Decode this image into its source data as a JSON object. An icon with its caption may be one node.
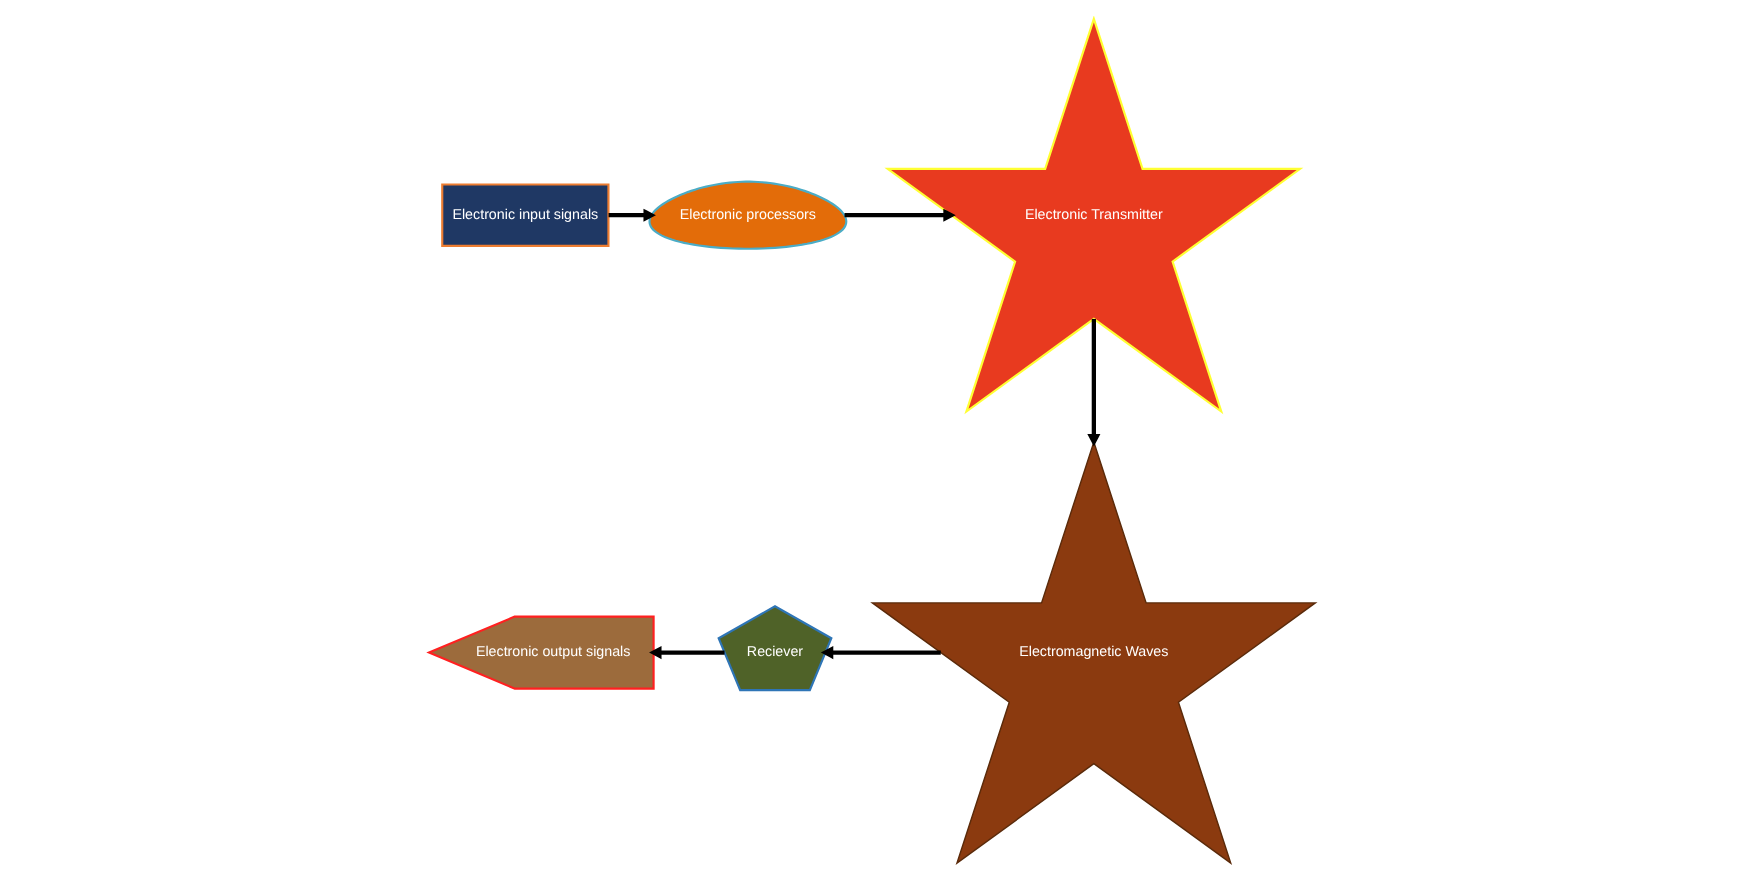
{
  "diagram": {
    "nodes": [
      {
        "text": [
          "Electronic input signals"
        ]
      },
      {
        "text": [
          "Electronic processors"
        ]
      },
      {
        "text": [
          "Electronic Transmitter"
        ]
      },
      {
        "text": [
          "Electromagnetic Waves"
        ]
      },
      {
        "text": [
          "Reciever"
        ]
      },
      {
        "text": [
          "Electronic output signals"
        ]
      }
    ],
    "edges": [
      {
        "from": 0,
        "to": 1,
        "arrow": "to"
      },
      {
        "from": 1,
        "to": 2,
        "arrow": "to"
      },
      {
        "from": 2,
        "to": 3,
        "arrow": "to"
      },
      {
        "from": 3,
        "to": 4,
        "arrow": "to"
      },
      {
        "from": 4,
        "to": 5,
        "arrow": "to"
      }
    ]
  }
}
